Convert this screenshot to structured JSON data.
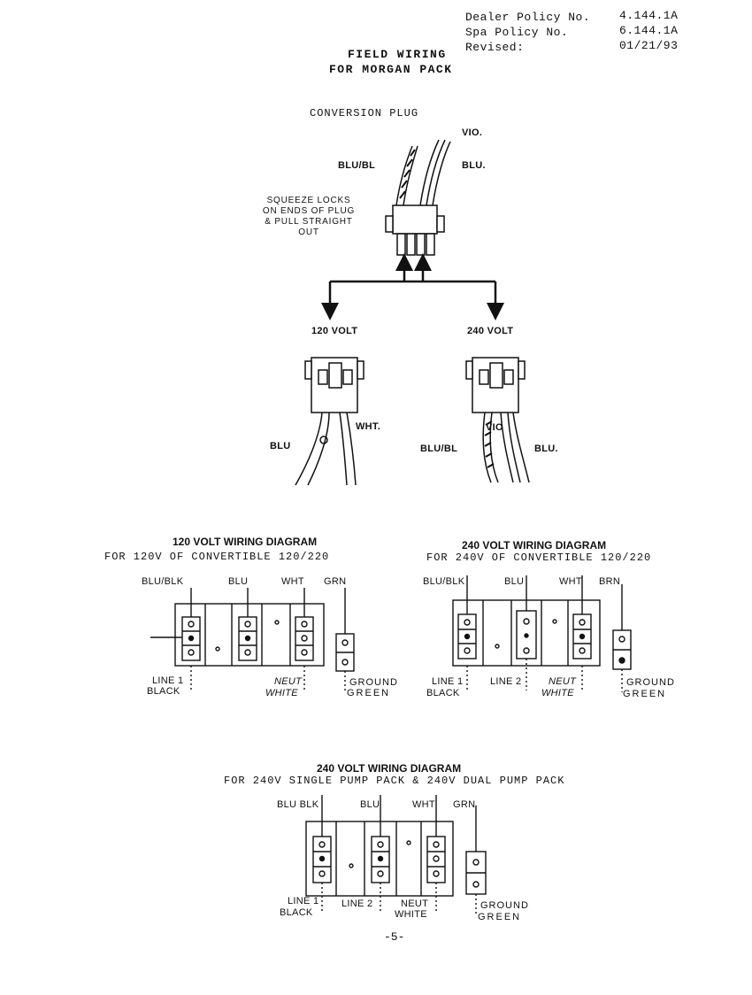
{
  "header": {
    "dealer_policy_label": "Dealer Policy No.",
    "dealer_policy_value": "4.144.1A",
    "spa_policy_label": "Spa Policy No.",
    "spa_policy_value": "6.144.1A",
    "revised_label": "Revised:",
    "revised_value": "01/21/93"
  },
  "title": {
    "line1": "FIELD WIRING",
    "line2": "FOR MORGAN PACK"
  },
  "conversion_plug": {
    "heading": "CONVERSION PLUG",
    "wire_vio": "VIO.",
    "wire_blu_bl": "BLU/BL",
    "wire_blu": "BLU.",
    "instruction_lines": [
      "SQUEEZE LOCKS",
      "ON ENDS OF PLUG",
      "& PULL STRAIGHT",
      "OUT"
    ],
    "left_config": {
      "label": "120 VOLT",
      "wire_blu": "BLU",
      "wire_wht": "WHT."
    },
    "right_config": {
      "label": "240 VOLT",
      "wire_blu_bl": "BLU/BL",
      "wire_vio": "VIO",
      "wire_blu": "BLU."
    }
  },
  "diagram_120": {
    "title": "120 VOLT WIRING DIAGRAM",
    "subtitle": "FOR 120V OF CONVERTIBLE 120/220",
    "wires": [
      "BLU/BLK",
      "BLU",
      "WHT",
      "GRN"
    ],
    "bottom_labels": {
      "line1": "LINE 1",
      "line1_color": "BLACK",
      "neut": "NEUT",
      "neut_color": "WHITE",
      "ground": "GROUND",
      "ground_color": "GREEN"
    }
  },
  "diagram_240_convertible": {
    "title": "240 VOLT WIRING DIAGRAM",
    "subtitle": "FOR 240V OF CONVERTIBLE 120/220",
    "wires": [
      "BLU/BLK",
      "BLU",
      "WHT",
      "BRN"
    ],
    "bottom_labels": {
      "line1": "LINE 1",
      "line1_color": "BLACK",
      "line2": "LINE 2",
      "neut": "NEUT",
      "neut_color": "WHITE",
      "ground": "GROUND",
      "ground_color": "GREEN"
    }
  },
  "diagram_240_pack": {
    "title": "240 VOLT WIRING DIAGRAM",
    "subtitle": "FOR 240V SINGLE PUMP PACK & 240V DUAL PUMP PACK",
    "wires": [
      "BLU BLK",
      "BLU",
      "WHT",
      "GRN"
    ],
    "bottom_labels": {
      "line1": "LINE 1",
      "line1_color": "BLACK",
      "line2": "LINE 2",
      "neut": "NEUT",
      "neut_color": "WHITE",
      "ground": "GROUND",
      "ground_color": "GREEN"
    }
  },
  "page_number": "-5-"
}
